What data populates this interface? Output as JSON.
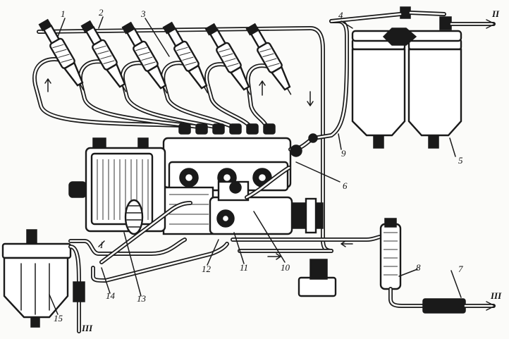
{
  "labels": {
    "c1": "1",
    "c2": "2",
    "c3": "3",
    "c4": "4",
    "c5": "5",
    "c6": "6",
    "c7": "7",
    "c8": "8",
    "c9": "9",
    "c10": "10",
    "c11": "11",
    "c12": "12",
    "c13": "13",
    "c14": "14",
    "c15": "15",
    "c1b": "I",
    "r2": "II",
    "r3a": "III",
    "r3b": "III"
  },
  "colors": {
    "ink": "#1a1a1a",
    "paper": "#fbfbf9"
  }
}
